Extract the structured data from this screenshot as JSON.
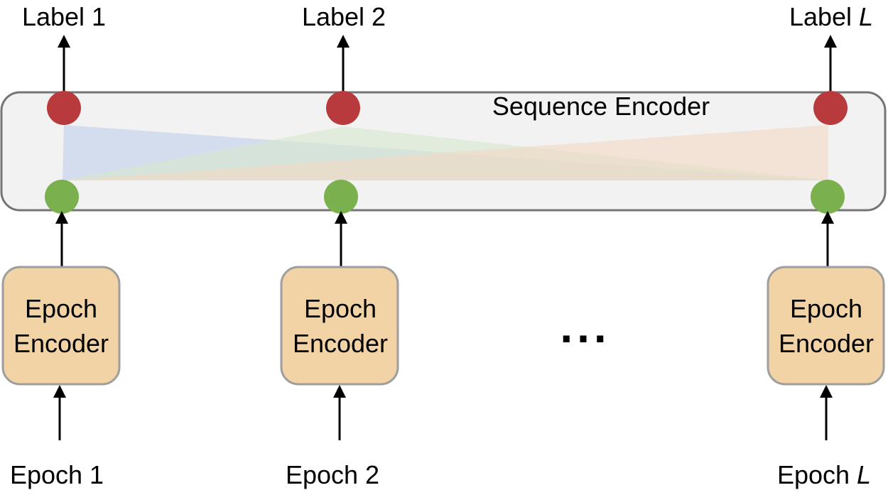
{
  "top_labels": [
    {
      "prefix": "Label ",
      "suffix": "1",
      "italic_suffix": false
    },
    {
      "prefix": "Label ",
      "suffix": "2",
      "italic_suffix": false
    },
    {
      "prefix": "Label ",
      "suffix": "L",
      "italic_suffix": true
    }
  ],
  "bottom_labels": [
    {
      "prefix": "Epoch ",
      "suffix": "1",
      "italic_suffix": false
    },
    {
      "prefix": "Epoch ",
      "suffix": "2",
      "italic_suffix": false
    },
    {
      "prefix": "Epoch ",
      "suffix": "L",
      "italic_suffix": true
    }
  ],
  "sequence_encoder_label": "Sequence Encoder",
  "epoch_encoder": {
    "line1": "Epoch",
    "line2": "Encoder"
  },
  "ellipsis": "...",
  "colors": {
    "sequence_box_fill": "#f2f2f2",
    "sequence_box_stroke": "#757575",
    "epoch_box_fill": "#f2d3a5",
    "epoch_box_stroke": "#9e9e9e",
    "output_node": "#b83a3c",
    "input_node": "#7bb04f",
    "attention_blue": "#c9d6ec",
    "attention_green": "#d6e8cf",
    "attention_orange": "#f2d9c3",
    "arrow": "#000000"
  }
}
